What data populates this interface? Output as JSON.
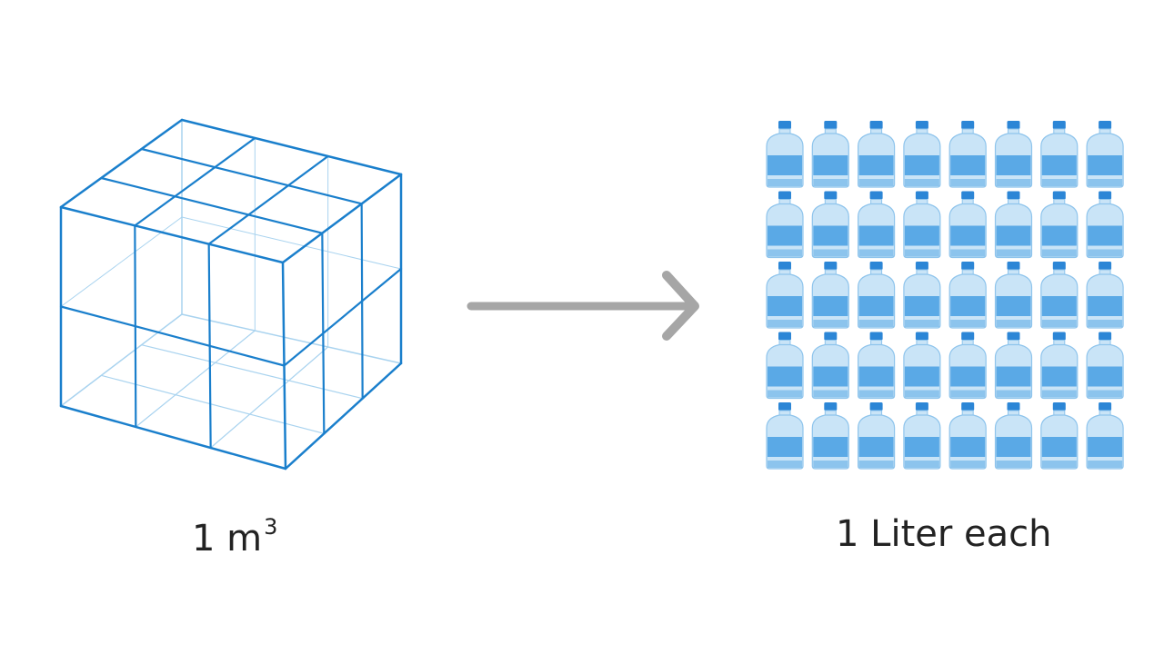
{
  "cube": {
    "caption_number": "1 m",
    "caption_exponent": "3",
    "edge_color": "#1a7fcc",
    "inner_color": "#a9d3ef"
  },
  "arrow": {
    "color": "#a6a6a6"
  },
  "bottles": {
    "caption": "1 Liter each",
    "rows": 5,
    "columns": 8,
    "body_color": "#c9e4f7",
    "water_color": "#5aa9e6",
    "cap_color": "#2c86d6",
    "outline_color": "#8ec4ec"
  }
}
